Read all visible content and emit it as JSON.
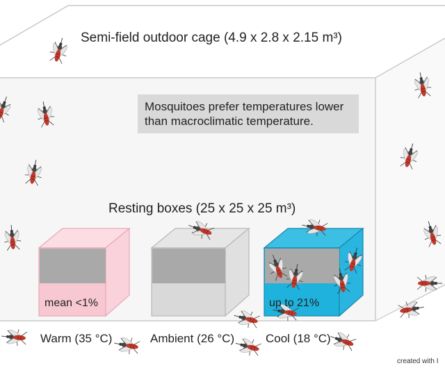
{
  "cage": {
    "title": "Semi-field outdoor cage (4.9 x 2.8 x 2.15 m³)"
  },
  "note": {
    "text": "Mosquitoes prefer temperatures lower than macroclimatic temperature."
  },
  "resting_boxes": {
    "title": "Resting boxes (25 x 25 x 25 m³)",
    "boxes": [
      {
        "label": "Warm (35 °C)",
        "stat": "mean <1%",
        "color": "#f7c8d2"
      },
      {
        "label": "Ambient (26 °C)",
        "stat": "",
        "color": "#d9d9d9"
      },
      {
        "label": "Cool (18 °C)",
        "stat": "up to 21%",
        "color": "#1fb2dd"
      }
    ]
  },
  "credit": "created with I",
  "icons": [
    "mosquito-icon"
  ],
  "colors": {
    "cage_line": "#c8c8c8",
    "warm": "#f7c8d2",
    "ambient": "#d9d9d9",
    "cool": "#1fb2dd",
    "inner_panel": "#a9a9a9",
    "mosquito_body": "#c0392b"
  }
}
